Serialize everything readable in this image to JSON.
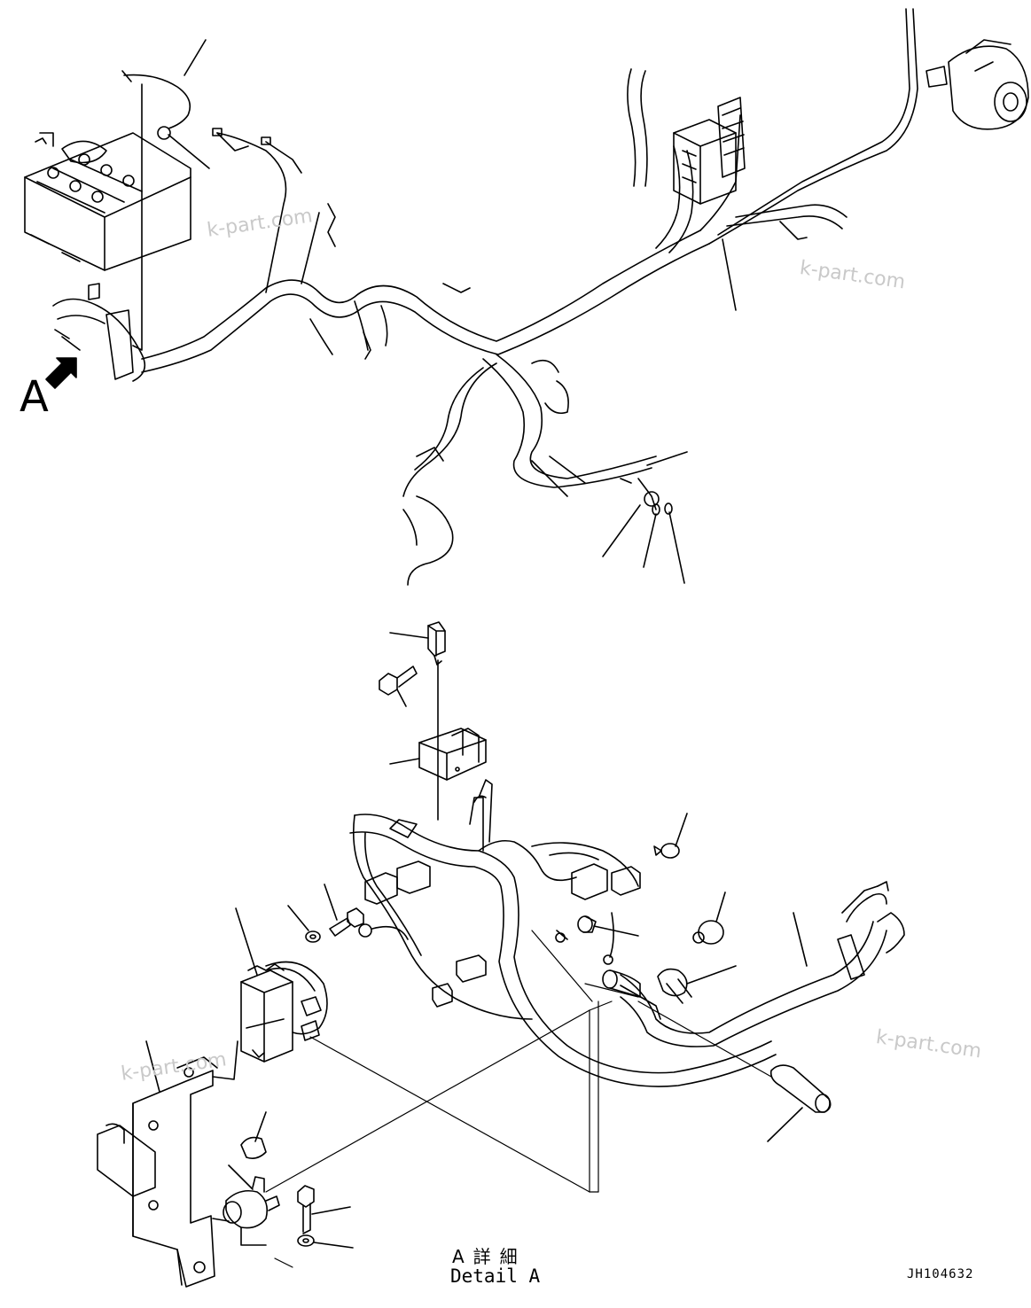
{
  "view_marker": {
    "letter": "A",
    "arrow": "right-pointing-arrow-icon"
  },
  "detail_caption": {
    "japanese": "A詳細",
    "english": "Detail A"
  },
  "drawing_number": "JH104632",
  "watermark": "k-part.com",
  "colors": {
    "line": "#000000",
    "background": "#ffffff",
    "watermark": "#c9c9c9"
  }
}
